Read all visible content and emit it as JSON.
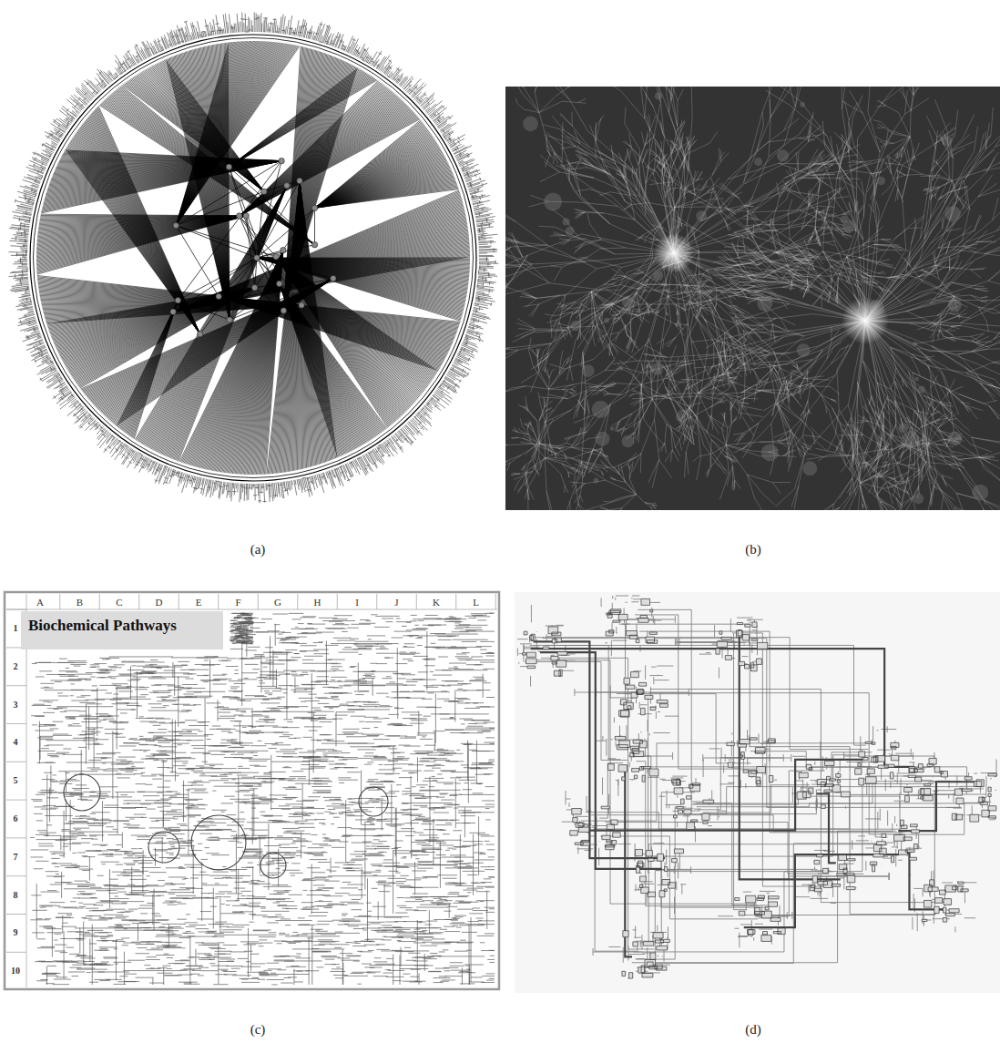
{
  "diagram": {
    "nodes": [
      {
        "text": [
          "Biochemical Pathways"
        ]
      }
    ],
    "labels": [
      "(a)",
      "(b)",
      "A",
      "B",
      "C",
      "D",
      "E",
      "F",
      "G",
      "H",
      "I",
      "J",
      "K",
      "L",
      "1",
      "2",
      "3",
      "4",
      "5",
      "6",
      "7",
      "8",
      "9",
      "10",
      "(c)",
      "(d)"
    ]
  }
}
